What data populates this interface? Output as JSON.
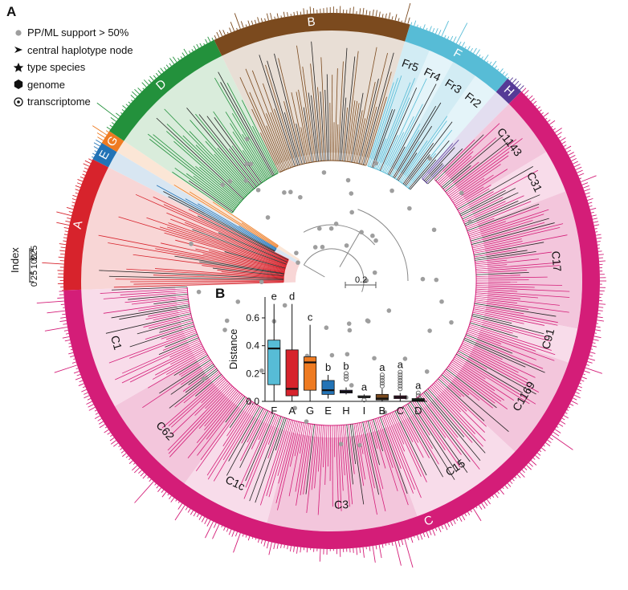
{
  "panels": {
    "a": "A",
    "b": "B"
  },
  "legend": [
    {
      "label": "PP/ML support > 50%",
      "symbol": "gray-dot-icon"
    },
    {
      "label": "central haplotype node",
      "symbol": "arrowhead-icon"
    },
    {
      "label": "type species",
      "symbol": "star-icon"
    },
    {
      "label": "genome",
      "symbol": "hexagon-icon"
    },
    {
      "label": "transcriptome",
      "symbol": "target-icon"
    }
  ],
  "index_axis": {
    "title": "Index",
    "ticks": [
      "225",
      "100",
      "25",
      "0"
    ]
  },
  "scale_bar": "0.2",
  "clades": [
    {
      "name": "A",
      "color": "#d7232c",
      "fill": "#f8d6d6"
    },
    {
      "name": "E",
      "color": "#2273b6",
      "fill": "#d8e6f2"
    },
    {
      "name": "G",
      "color": "#ee7b22",
      "fill": "#fbe6d6"
    },
    {
      "name": "D",
      "color": "#23913c",
      "fill": "#d9ecdb"
    },
    {
      "name": "B",
      "color": "#7b4a1e",
      "fill": "#e8ded5"
    },
    {
      "name": "F",
      "color": "#57bcd6",
      "fill": "#dcf0f6"
    },
    {
      "name": "H",
      "color": "#553a96",
      "fill": "#e3def0"
    },
    {
      "name": "C",
      "color": "#d41d78",
      "fill": "#f6d3e5"
    }
  ],
  "subclades_f": [
    "Fr5",
    "Fr4",
    "Fr3",
    "Fr2"
  ],
  "subclades_c": [
    "C1143",
    "C31",
    "C17",
    "C91",
    "C1169",
    "C15",
    "C3",
    "C1c",
    "C62",
    "C1"
  ],
  "chart_data": {
    "type": "box",
    "ylabel": "Distance",
    "yticks": [
      "0.0",
      "0.2",
      "0.4",
      "0.6"
    ],
    "ylim": [
      0,
      0.75
    ],
    "categories": [
      "F",
      "A",
      "G",
      "E",
      "H",
      "I",
      "B",
      "C",
      "D"
    ],
    "letters": [
      "e",
      "d",
      "c",
      "b",
      "b",
      "a",
      "a",
      "a",
      "a"
    ],
    "colors": [
      "#57bcd6",
      "#d7232c",
      "#ee7b22",
      "#2273b6",
      "#553a96",
      "#9e9e9e",
      "#7b4a1e",
      "#d41d78",
      "#23913c"
    ],
    "boxes": [
      {
        "min": 0.0,
        "q1": 0.12,
        "median": 0.38,
        "q3": 0.44,
        "max": 0.7,
        "outliers": []
      },
      {
        "min": 0.0,
        "q1": 0.04,
        "median": 0.09,
        "q3": 0.37,
        "max": 0.7,
        "outliers": []
      },
      {
        "min": 0.0,
        "q1": 0.08,
        "median": 0.28,
        "q3": 0.32,
        "max": 0.55,
        "outliers": []
      },
      {
        "min": 0.02,
        "q1": 0.05,
        "median": 0.08,
        "q3": 0.15,
        "max": 0.19,
        "outliers": []
      },
      {
        "min": 0.05,
        "q1": 0.06,
        "median": 0.07,
        "q3": 0.08,
        "max": 0.1,
        "outliers": [
          0.16,
          0.18,
          0.2
        ]
      },
      {
        "min": 0.02,
        "q1": 0.03,
        "median": 0.03,
        "q3": 0.04,
        "max": 0.05,
        "outliers": [
          0.01
        ]
      },
      {
        "min": 0.0,
        "q1": 0.01,
        "median": 0.02,
        "q3": 0.05,
        "max": 0.09,
        "outliers": [
          0.11,
          0.13,
          0.15,
          0.17,
          0.19
        ]
      },
      {
        "min": 0.0,
        "q1": 0.02,
        "median": 0.03,
        "q3": 0.04,
        "max": 0.06,
        "outliers": [
          0.09,
          0.11,
          0.13,
          0.15,
          0.17,
          0.19,
          0.21
        ]
      },
      {
        "min": 0.0,
        "q1": 0.005,
        "median": 0.01,
        "q3": 0.02,
        "max": 0.03,
        "outliers": [
          0.04,
          0.06
        ]
      }
    ]
  }
}
